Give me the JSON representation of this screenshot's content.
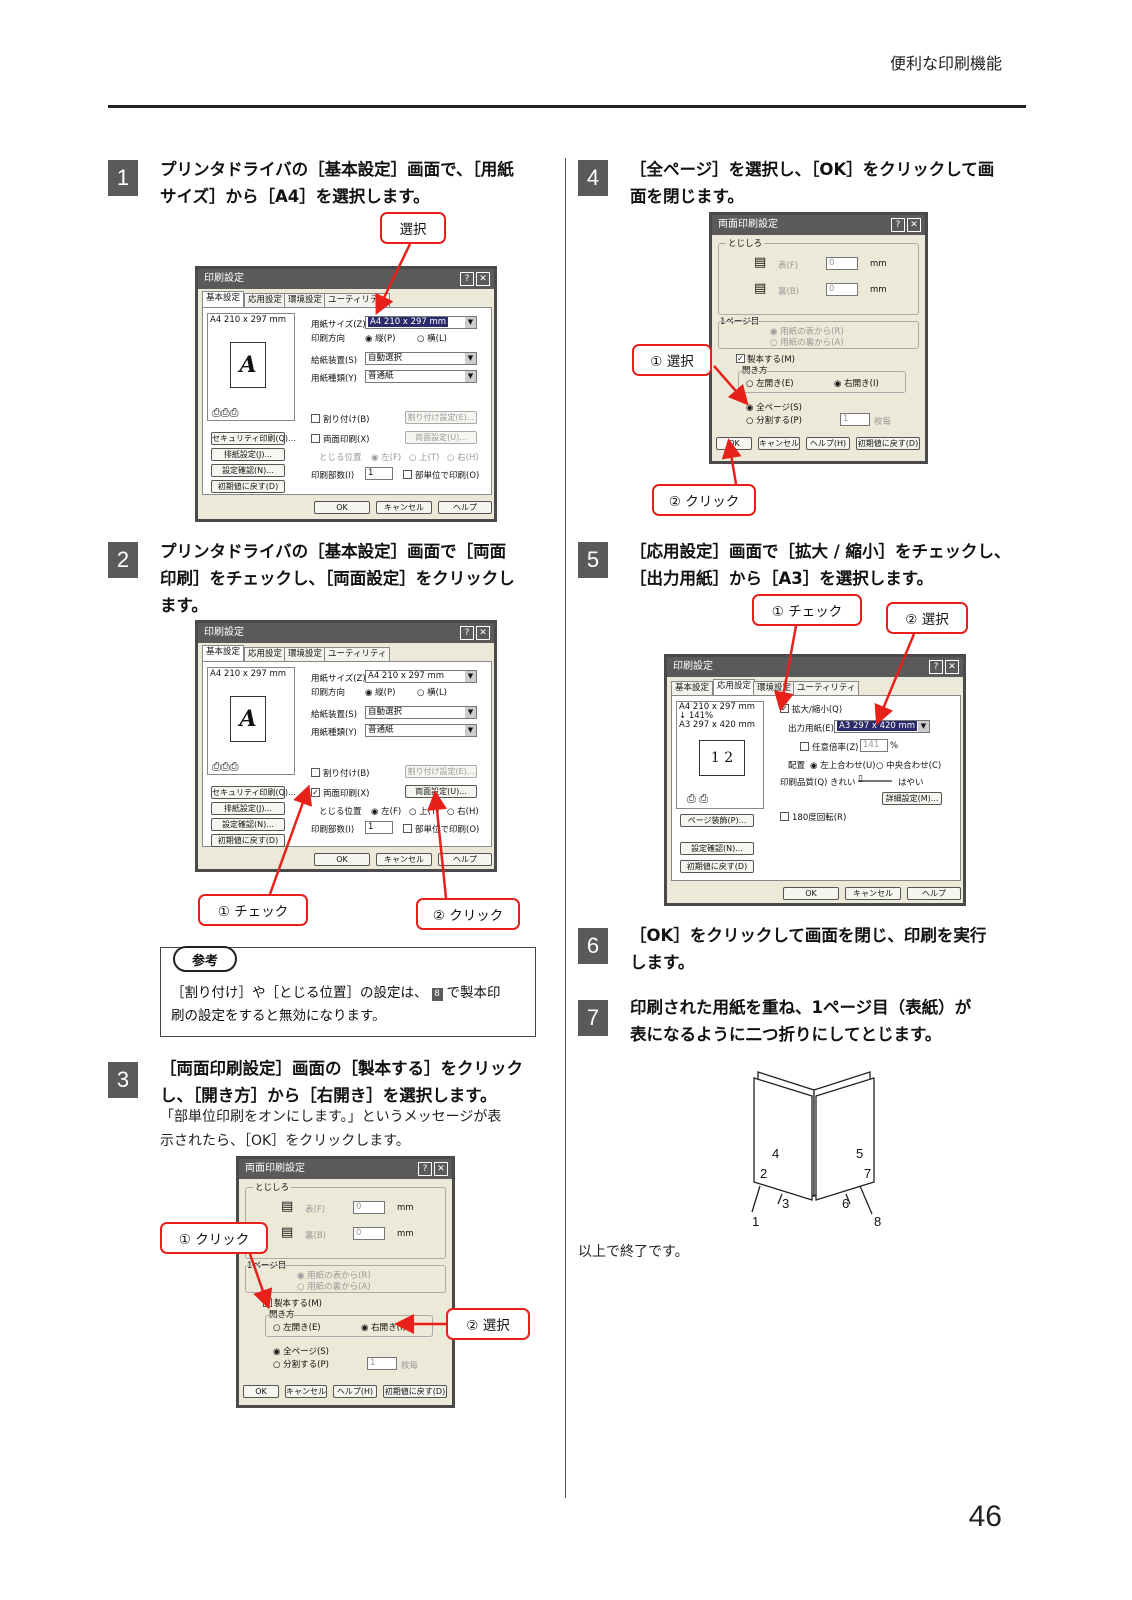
{
  "header": {
    "section": "便利な印刷機能",
    "page_number": "46"
  },
  "steps": [
    {
      "num": "1",
      "lines": [
        "プリンタドライバの［基本設定］画面で、［用紙",
        "サイズ］から［A4］を選択します。"
      ]
    },
    {
      "num": "2",
      "lines": [
        "プリンタドライバの［基本設定］画面で［両面",
        "印刷］をチェックし、［両面設定］をクリックし",
        "ます。"
      ]
    },
    {
      "num": "3",
      "lines": [
        "［両面印刷設定］画面の［製本する］をクリック",
        "し、［開き方］から［右開き］を選択します。"
      ],
      "sub": [
        "「部単位印刷をオンにします。」というメッセージが表",
        "示されたら、［OK］をクリックします。"
      ]
    },
    {
      "num": "4",
      "lines": [
        "［全ページ］を選択し、［OK］をクリックして画",
        "面を閉じます。"
      ]
    },
    {
      "num": "5",
      "lines": [
        "［応用設定］画面で［拡大 / 縮小］をチェックし、",
        "［出力用紙］から［A3］を選択します。"
      ]
    },
    {
      "num": "6",
      "lines": [
        "［OK］をクリックして画面を閉じ、印刷を実行",
        "します。"
      ]
    },
    {
      "num": "7",
      "lines": [
        "印刷された用紙を重ね、1ページ目（表紙）が",
        "表になるように二つ折りにしてとじます。"
      ]
    }
  ],
  "callouts": {
    "c1": "選択",
    "c2a": "① チェック",
    "c2b": "② クリック",
    "c3a": "① クリック",
    "c3b": "② 選択",
    "c4a": "① 選択",
    "c4b": "② クリック",
    "c5a": "① チェック",
    "c5b": "② 選択"
  },
  "reference": {
    "badge": "参考",
    "lines": [
      "［割り付け］や［とじる位置］の設定は、",
      "で製本印",
      "刷の設定をすると無効になります。"
    ],
    "ref_step": "8"
  },
  "ending": "以上で終了です。",
  "print_dialog": {
    "title": "印刷設定",
    "tabs": [
      "基本設定",
      "応用設定",
      "環境設定",
      "ユーティリティ"
    ],
    "paper_preview": "A4 210 x 297 mm",
    "preview_letter": "A",
    "paper_size_label": "用紙サイズ(Z)",
    "paper_size_value": "A4 210 x 297 mm",
    "orientation_label": "印刷方向",
    "portrait": "縦(P)",
    "landscape": "横(L)",
    "source_label": "給紙装置(S)",
    "source_value": "自動選択",
    "type_label": "用紙種類(Y)",
    "type_value": "普通紙",
    "nup_label": "割り付け(B)",
    "nup_btn": "割り付け設定(E)...",
    "duplex_label": "両面印刷(X)",
    "duplex_btn": "両面設定(U)...",
    "bind_label": "とじる位置",
    "bind_left": "左(F)",
    "bind_top": "上(T)",
    "bind_right": "右(H)",
    "copies_label": "印刷部数(I)",
    "copies_value": "1",
    "collate_label": "部単位で印刷(O)",
    "left_btns": [
      "セキュリティ印刷(Q)...",
      "排紙設定(J)...",
      "設定確認(N)...",
      "初期値に戻す(D)"
    ],
    "ok": "OK",
    "cancel": "キャンセル",
    "help": "ヘルプ"
  },
  "duplex_dialog": {
    "title": "両面印刷設定",
    "margin_group": "とじしろ",
    "front": "表(F)",
    "back": "裏(B)",
    "margin_value": "0",
    "unit": "mm",
    "first_page_group": "1ページ目",
    "first_front": "用紙の表から(R)",
    "first_back": "用紙の裏から(A)",
    "booklet": "製本する(M)",
    "open_group": "開き方",
    "open_left": "左開き(E)",
    "open_right": "右開き(I)",
    "all_pages": "全ページ(S)",
    "split": "分割する(P)",
    "split_value": "1",
    "sheets": "枚毎",
    "ok": "OK",
    "cancel": "キャンセル",
    "help": "ヘルプ(H)",
    "reset": "初期値に戻す(D)"
  },
  "advanced_dialog": {
    "title": "印刷設定",
    "tabs": [
      "基本設定",
      "応用設定",
      "環境設定",
      "ユーティリティ"
    ],
    "preview_lines": [
      "A4 210 x 297 mm",
      "↓ 141%",
      "A3 297 x 420 mm"
    ],
    "scale_label": "拡大/縮小(Q)",
    "output_label": "出力用紙(E)",
    "output_value": "A3 297 x 420 mm",
    "custom_label": "任意倍率(Z)",
    "custom_value": "141",
    "percent": "%",
    "place_label": "配置",
    "place_tl": "左上合わせ(U)",
    "place_center": "中央合わせ(C)",
    "quality_label": "印刷品質(Q)",
    "quality_fine": "きれい",
    "quality_fast": "はやい",
    "detail_btn": "詳細設定(M)...",
    "rotate_label": "180度回転(R)",
    "left_btns": [
      "ページ装飾(P)...",
      "設定確認(N)...",
      "初期値に戻す(D)"
    ],
    "ok": "OK",
    "cancel": "キャンセル",
    "help": "ヘルプ"
  },
  "booklet_numbers": [
    "1",
    "2",
    "3",
    "4",
    "5",
    "6",
    "7",
    "8"
  ]
}
